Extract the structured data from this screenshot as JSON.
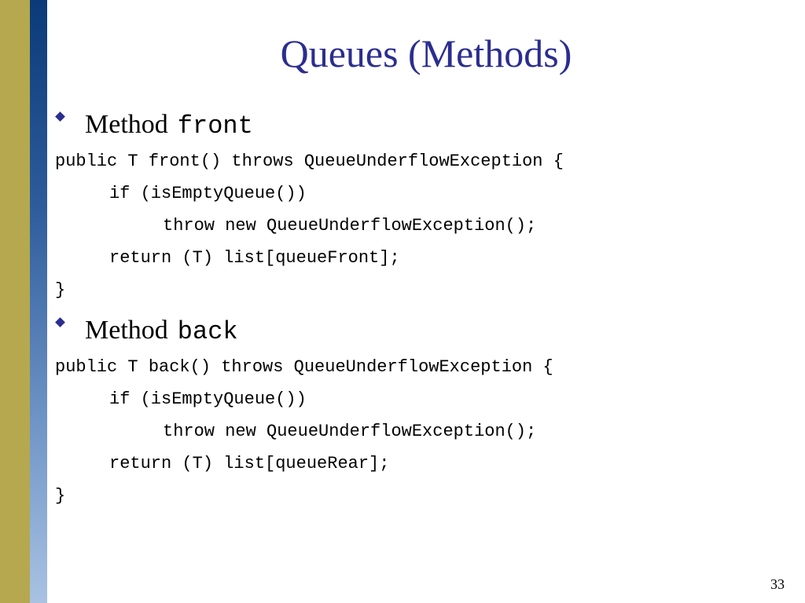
{
  "slide": {
    "title": "Queues (Methods)",
    "page_number": "33",
    "colors": {
      "title": "#2b2e8f",
      "bar_gold": "#b5a84e",
      "bar_blue": "#0b3a78"
    }
  },
  "sections": [
    {
      "label": "Method",
      "method_name": "front",
      "code": [
        "public T front() throws QueueUnderflowException {",
        "if (isEmptyQueue())",
        "throw new QueueUnderflowException();",
        "return (T) list[queueFront];",
        "}"
      ]
    },
    {
      "label": "Method",
      "method_name": "back",
      "code": [
        "public T back() throws QueueUnderflowException {",
        "if (isEmptyQueue())",
        "throw new QueueUnderflowException();",
        "return (T) list[queueRear];",
        "}"
      ]
    }
  ]
}
